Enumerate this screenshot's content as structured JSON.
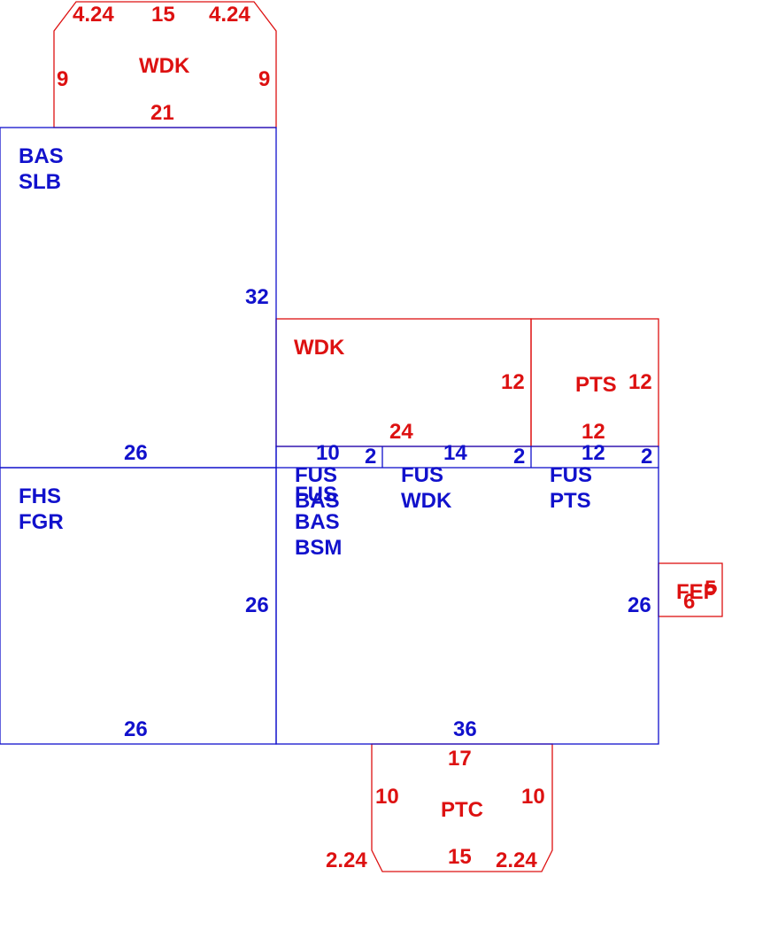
{
  "colors": {
    "blue": "#1111cc",
    "red": "#dd1111",
    "background": "#ffffff"
  },
  "areas": {
    "wdk_top": {
      "code": "WDK",
      "dims": {
        "top": "15",
        "top_left_chamfer": "4.24",
        "top_right_chamfer": "4.24",
        "left": "9",
        "right": "9",
        "bottom": "21"
      }
    },
    "bas": {
      "codes": [
        "BAS",
        "SLB"
      ],
      "dims": {
        "right": "32",
        "bottom": "26"
      }
    },
    "fhs": {
      "codes": [
        "FHS",
        "FGR"
      ],
      "dims": {
        "right": "26",
        "bottom": "26"
      }
    },
    "wdk_mid": {
      "code": "WDK",
      "dims": {
        "right": "12",
        "bottom": "24"
      }
    },
    "pts": {
      "code": "PTS",
      "dims": {
        "right": "12",
        "bottom": "12"
      }
    },
    "fus_strip": {
      "dims": {
        "seg1": "10",
        "step1": "2",
        "seg2": "14",
        "step2": "2",
        "seg3": "12",
        "step3": "2"
      }
    },
    "fus_bas": {
      "codes": [
        "FUS",
        "FUS",
        "BAS",
        "BAS",
        "BSM"
      ]
    },
    "fus_wdk": {
      "codes": [
        "FUS",
        "WDK"
      ]
    },
    "fus_pts": {
      "codes": [
        "FUS",
        "PTS"
      ]
    },
    "main": {
      "dims": {
        "right": "26",
        "bottom": "36"
      }
    },
    "fep": {
      "codes": [
        "FEP",
        "5"
      ],
      "dims": {
        "bottom": "6"
      }
    },
    "ptc": {
      "code": "PTC",
      "dims": {
        "top": "17",
        "left": "10",
        "right": "10",
        "bottom": "15",
        "bottom_left_chamfer": "2.24",
        "bottom_right_chamfer": "2.24"
      }
    }
  }
}
